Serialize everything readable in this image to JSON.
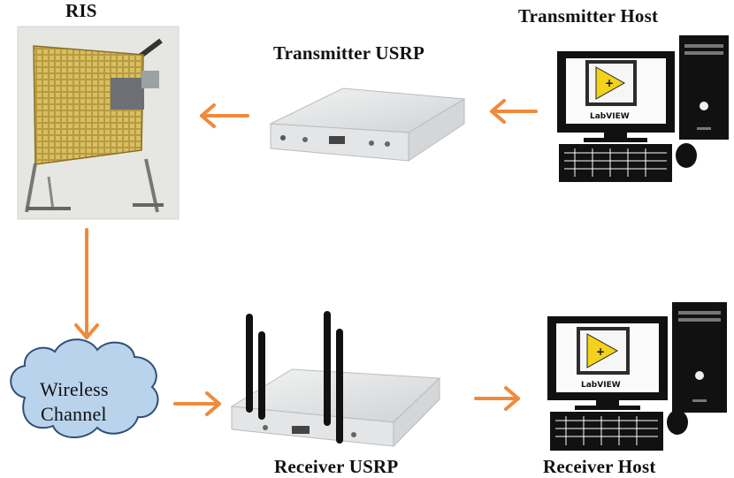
{
  "labels": {
    "ris": "RIS",
    "transmitter_usrp": "Transmitter USRP",
    "transmitter_host": "Transmitter Host",
    "wireless_channel_line1": "Wireless",
    "wireless_channel_line2": "Channel",
    "receiver_usrp": "Receiver USRP",
    "receiver_host": "Receiver Host"
  },
  "software_logo_text": "LabVIEW",
  "colors": {
    "arrow": "#ef8a3c",
    "cloud_fill": "#b9d3ec",
    "cloud_stroke": "#2f4f78",
    "ris_panel": "#b99a3e"
  }
}
